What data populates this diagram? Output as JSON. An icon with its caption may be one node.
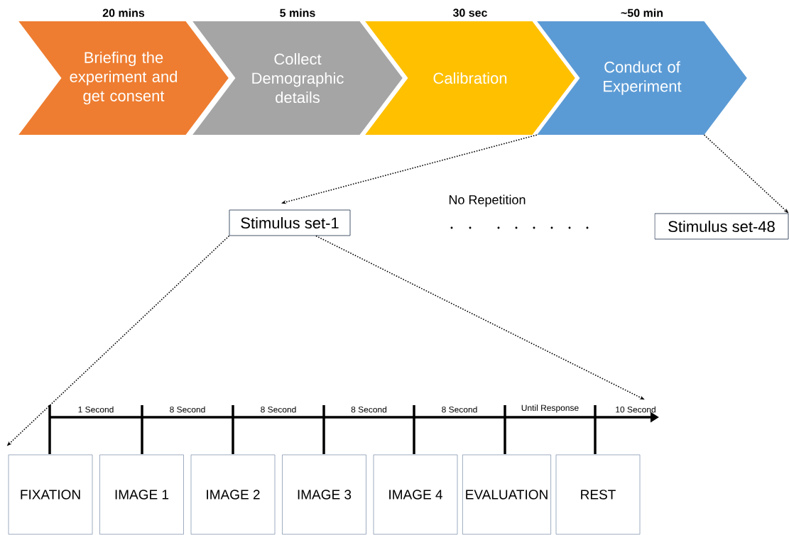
{
  "diagram": {
    "nodes": [
      {
        "text": [
          "Briefing the experiment and get consent"
        ],
        "beside": [
          "20 mins"
        ]
      },
      {
        "text": [
          "Collect Demographic details"
        ],
        "beside": [
          "5 mins"
        ]
      },
      {
        "text": [
          "Calibration"
        ],
        "beside": [
          "30 sec"
        ]
      },
      {
        "text": [
          "Conduct of Experiment"
        ],
        "beside": [
          "~50 min"
        ]
      },
      {
        "text": [
          "Stimulus set-1"
        ]
      },
      {
        "text": [
          "Stimulus set-48"
        ]
      },
      {
        "text": [
          "FIXATION"
        ]
      },
      {
        "text": [
          "IMAGE 1"
        ]
      },
      {
        "text": [
          "IMAGE 2"
        ]
      },
      {
        "text": [
          "IMAGE 3"
        ]
      },
      {
        "text": [
          "IMAGE 4"
        ]
      },
      {
        "text": [
          "EVALUATION"
        ]
      },
      {
        "text": [
          "REST"
        ]
      },
      {
        "text": [],
        "shape": "arrow"
      }
    ],
    "edges": [
      {
        "from": 3,
        "to": 4,
        "arrow": "to",
        "style": "dashed"
      },
      {
        "from": 3,
        "to": 5,
        "arrow": "to",
        "style": "dashed"
      },
      {
        "from": 4,
        "to": 6,
        "arrow": "to",
        "style": "dashed"
      },
      {
        "from": 4,
        "to": 13,
        "arrow": "to",
        "style": "dashed"
      }
    ],
    "labels": [
      "No Repetition",
      "1 Second",
      "8 Second",
      "8 Second",
      "8 Second",
      "8 Second",
      "Until Response",
      "10 Second"
    ]
  }
}
